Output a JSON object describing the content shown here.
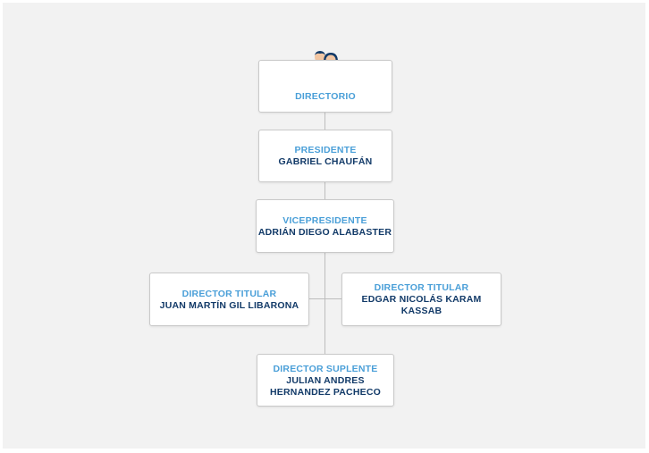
{
  "org_chart": {
    "root": {
      "label": "DIRECTORIO",
      "icon": "board-people-icon"
    },
    "president": {
      "role": "PRESIDENTE",
      "name": "GABRIEL CHAUFÁN"
    },
    "vicepresident": {
      "role": "VICEPRESIDENTE",
      "name": "ADRIÁN DIEGO ALABASTER"
    },
    "director_left": {
      "role": "DIRECTOR TITULAR",
      "name": "JUAN MARTÍN GIL LIBARONA"
    },
    "director_right": {
      "role": "DIRECTOR TITULAR",
      "name": "EDGAR NICOLÁS KARAM KASSAB"
    },
    "alternate": {
      "role": "DIRECTOR SUPLENTE",
      "name_line1": "JULIAN ANDRES",
      "name_line2": "HERNANDEZ PACHECO"
    }
  },
  "colors": {
    "role_text": "#4a9fd8",
    "name_text": "#123a68",
    "connector": "#bdbdbd",
    "background": "#f2f2f2"
  }
}
